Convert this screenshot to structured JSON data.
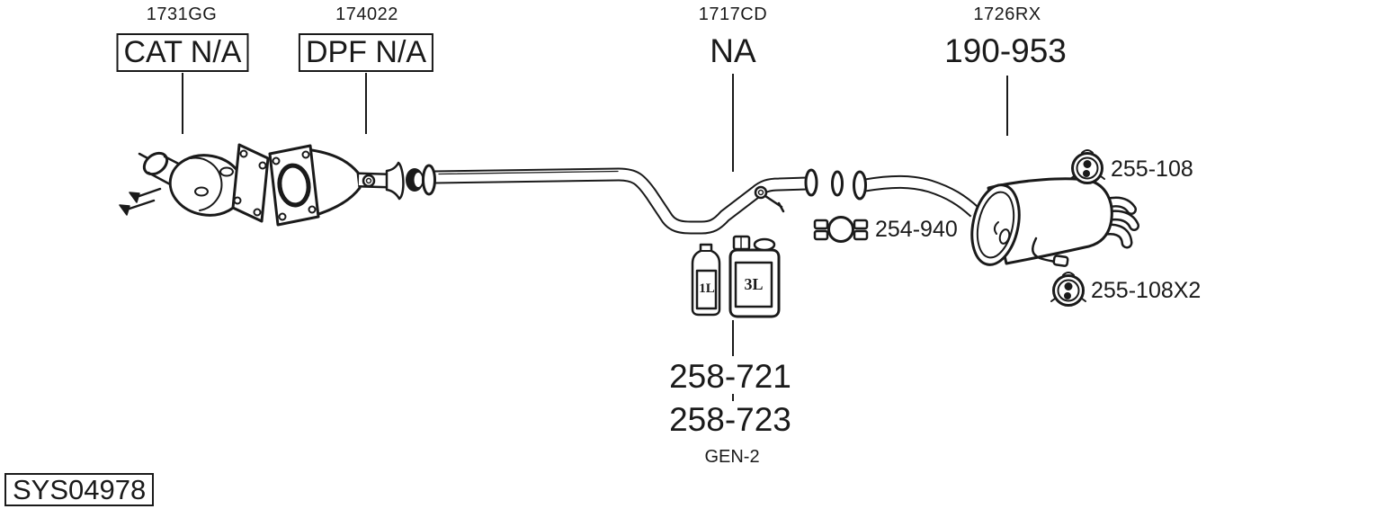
{
  "page": {
    "background_color": "#ffffff",
    "line_color": "#1a1a1a",
    "system_id": "SYS04978"
  },
  "callouts": {
    "cat": {
      "ref_code": "1731GG",
      "part_label": "CAT N/A"
    },
    "dpf": {
      "ref_code": "174022",
      "part_label": "DPF N/A"
    },
    "mid_pipe": {
      "ref_code": "1717CD",
      "part_label": "NA"
    },
    "rear_muffler": {
      "ref_code": "1726RX",
      "part_label": "190-953"
    },
    "clamp": {
      "part_label": "254-940"
    },
    "hanger_upper": {
      "part_label": "255-108"
    },
    "hanger_lower": {
      "part_label": "255-108X2"
    },
    "additive": {
      "part_label_1": "258-721",
      "part_label_2": "258-723",
      "note": "GEN-2",
      "bottle_small_label": "1L",
      "bottle_large_label": "3L"
    }
  }
}
